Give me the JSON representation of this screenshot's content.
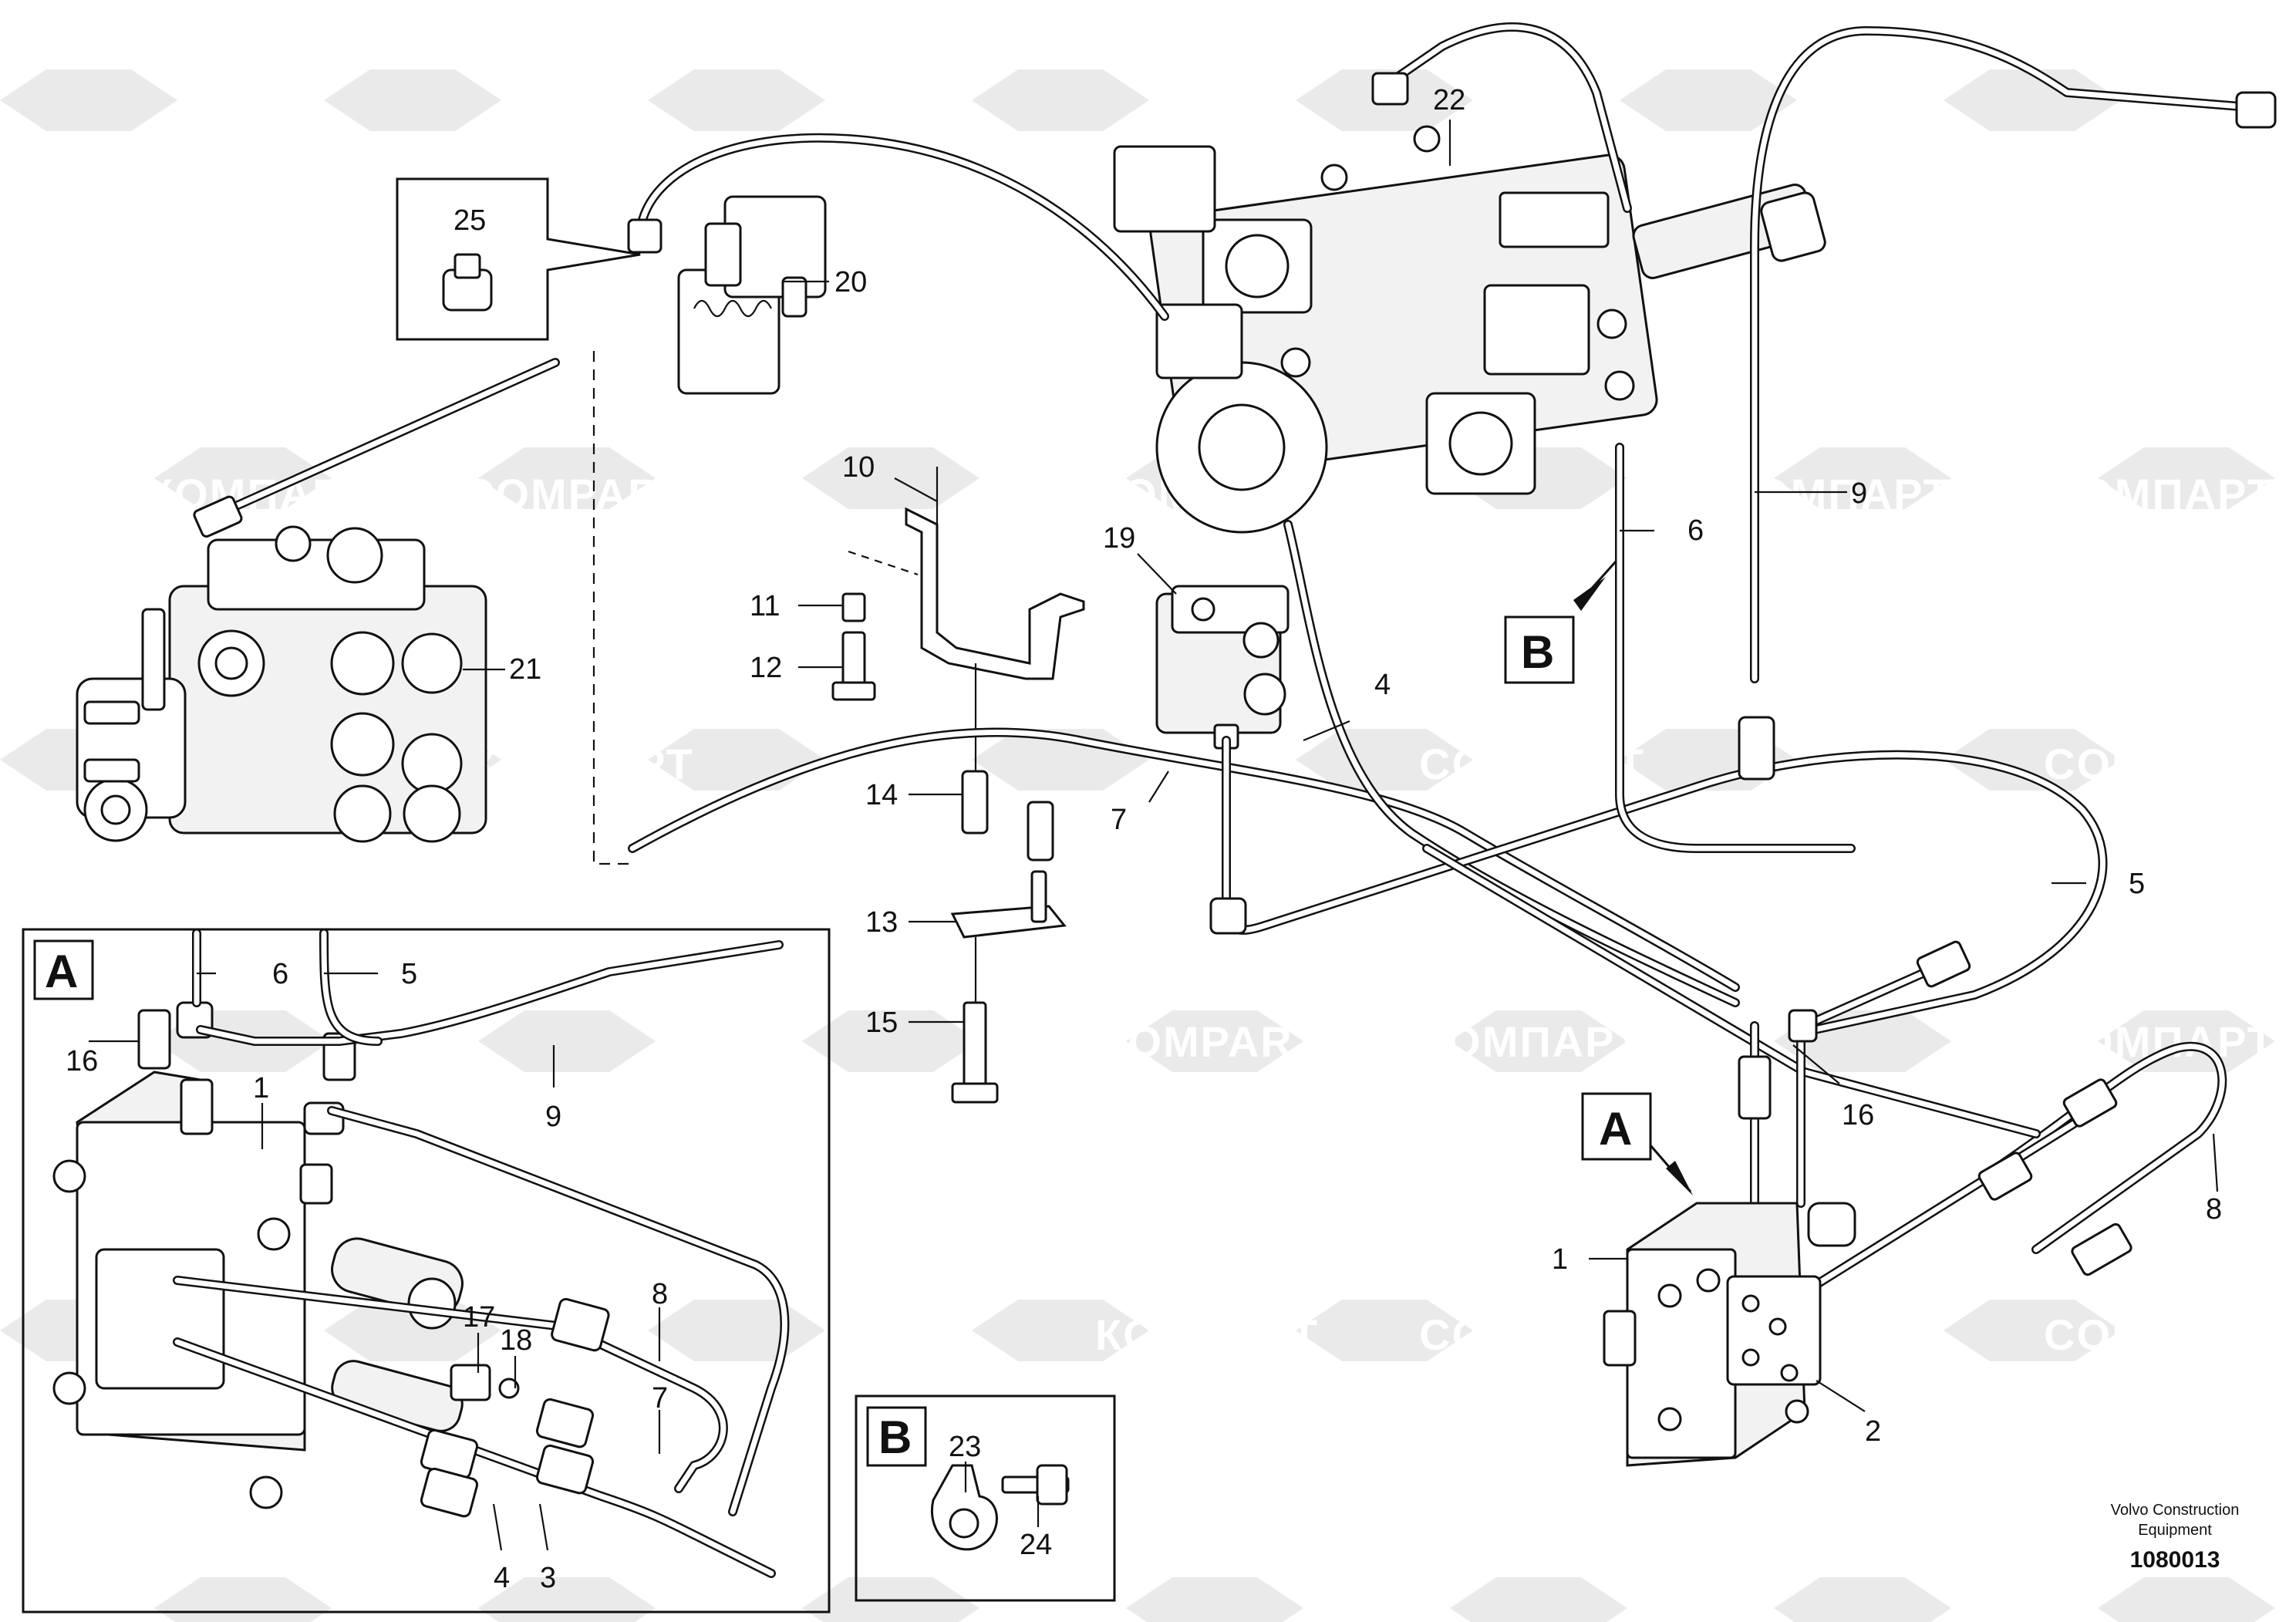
{
  "watermark": {
    "text_latin": "COMPART",
    "text_cyrillic": "КОМПАРТ"
  },
  "box_labels": {
    "A": "A",
    "B": "B"
  },
  "callouts": {
    "c1": "1",
    "c2": "2",
    "c3": "3",
    "c4": "4",
    "c5": "5",
    "c6": "6",
    "c7": "7",
    "c8": "8",
    "c9": "9",
    "c10": "10",
    "c11": "11",
    "c12": "12",
    "c13": "13",
    "c14": "14",
    "c15": "15",
    "c16": "16",
    "c17": "17",
    "c18": "18",
    "c19": "19",
    "c20": "20",
    "c21": "21",
    "c22": "22",
    "c23": "23",
    "c24": "24",
    "c25": "25"
  },
  "inset_a": {
    "c1": "1",
    "c3": "3",
    "c4": "4",
    "c5": "5",
    "c6": "6",
    "c7": "7",
    "c8": "8",
    "c9": "9",
    "c16": "16",
    "c17": "17",
    "c18": "18"
  },
  "inset_b": {
    "c23": "23",
    "c24": "24"
  },
  "main_extra": {
    "c1": "1",
    "c5": "5",
    "c6": "6",
    "c16": "16"
  },
  "footer": {
    "manufacturer_line1": "Volvo Construction",
    "manufacturer_line2": "Equipment",
    "drawing_number": "1080013"
  }
}
